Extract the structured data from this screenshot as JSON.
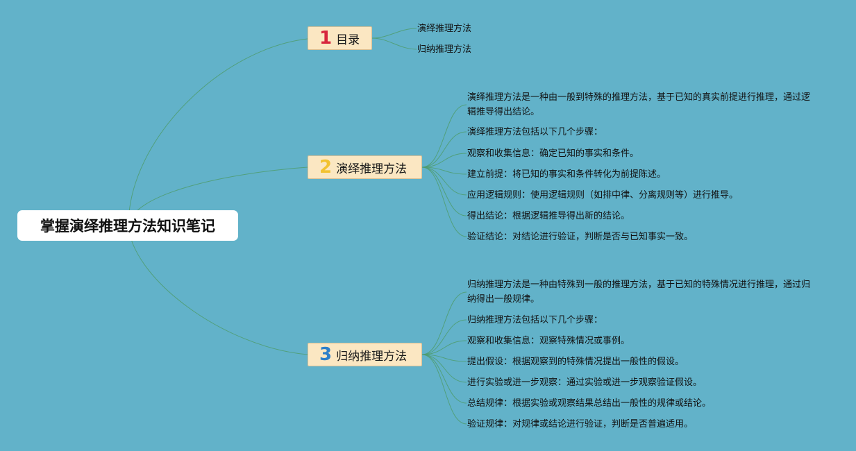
{
  "root": {
    "title": "掌握演绎推理方法知识笔记"
  },
  "colors": {
    "background": "#62b2c9",
    "node_fill": "#fbe7c2",
    "num1": "#d7263d",
    "num2": "#f2c230",
    "num3": "#2e7fc9",
    "connector": "#4f9c6e"
  },
  "branches": [
    {
      "number": "1",
      "label": "目录",
      "items": [
        "演绎推理方法",
        "归纳推理方法"
      ]
    },
    {
      "number": "2",
      "label": "演绎推理方法",
      "items": [
        "演绎推理方法是一种由一般到特殊的推理方法，基于已知的真实前提进行推理，通过逻辑推导得出结论。",
        "演绎推理方法包括以下几个步骤：",
        "观察和收集信息：确定已知的事实和条件。",
        "建立前提：将已知的事实和条件转化为前提陈述。",
        "应用逻辑规则：使用逻辑规则（如排中律、分离规则等）进行推导。",
        "得出结论：根据逻辑推导得出新的结论。",
        "验证结论：对结论进行验证，判断是否与已知事实一致。"
      ]
    },
    {
      "number": "3",
      "label": "归纳推理方法",
      "items": [
        "归纳推理方法是一种由特殊到一般的推理方法，基于已知的特殊情况进行推理，通过归纳得出一般规律。",
        "归纳推理方法包括以下几个步骤：",
        "观察和收集信息：观察特殊情况或事例。",
        "提出假设：根据观察到的特殊情况提出一般性的假设。",
        "进行实验或进一步观察：通过实验或进一步观察验证假设。",
        "总结规律：根据实验或观察结果总结出一般性的规律或结论。",
        "验证规律：对规律或结论进行验证，判断是否普遍适用。"
      ]
    }
  ]
}
